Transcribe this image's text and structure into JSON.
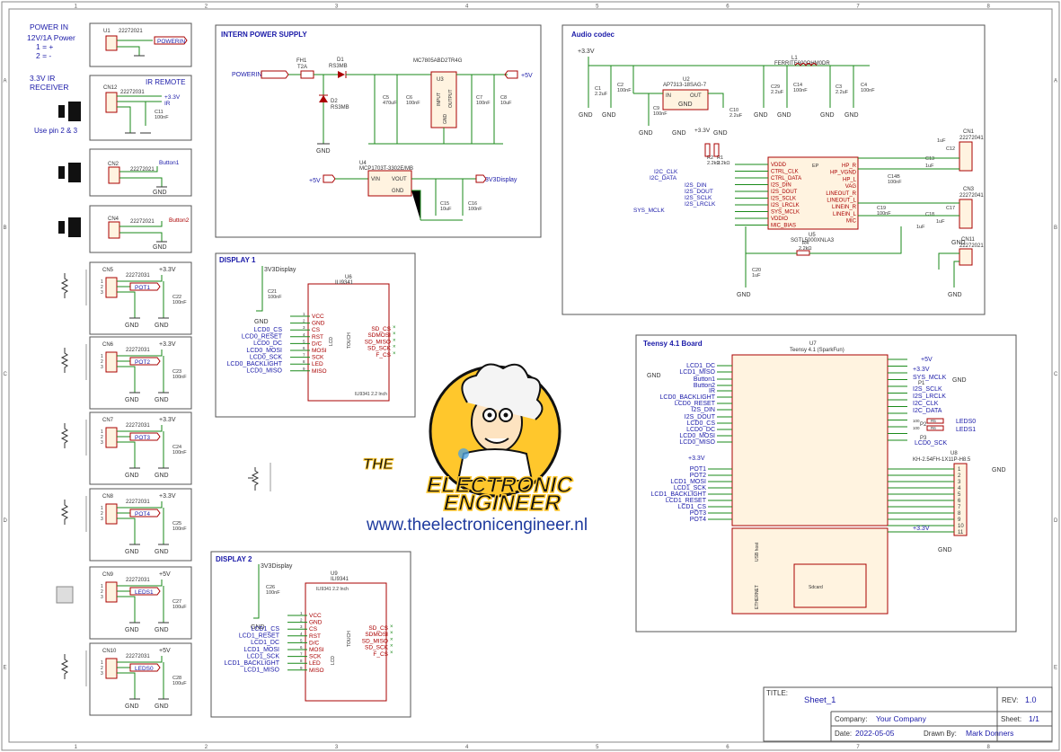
{
  "border": {
    "cols": [
      "1",
      "2",
      "3",
      "4",
      "5",
      "6",
      "7",
      "8"
    ],
    "rows": [
      "A",
      "B",
      "C",
      "D",
      "E"
    ]
  },
  "left_blocks": {
    "power_in": {
      "title1": "POWER IN",
      "title2": "12V/1A Power",
      "title3": "1 = +",
      "title4": "2 = -",
      "ref": "U1",
      "part": "22272021",
      "net": "POWERIN"
    },
    "ir": {
      "title1": "3.3V IR",
      "title2": "RECEIVER",
      "header": "IR REMOTE",
      "ref": "CN12",
      "part": "22272031",
      "net1": "+3.3V",
      "net2": "IR",
      "cap": "C11",
      "capv": "100nF",
      "note": "Use pin 2 & 3"
    },
    "button1": {
      "ref": "CN2",
      "part": "22272021",
      "net": "Button1",
      "gnd": "GND"
    },
    "button2": {
      "ref": "CN4",
      "part": "22272021",
      "net": "Button2",
      "gnd": "GND"
    },
    "pot1": {
      "ref": "CN5",
      "part": "22272031",
      "net": "POT1",
      "vcc": "+3.3V",
      "cap": "C22",
      "capv": "100nF",
      "gnd": "GND"
    },
    "pot2": {
      "ref": "CN6",
      "part": "22272031",
      "net": "POT2",
      "vcc": "+3.3V",
      "cap": "C23",
      "capv": "100nF",
      "gnd": "GND"
    },
    "pot3": {
      "ref": "CN7",
      "part": "22272031",
      "net": "POT3",
      "vcc": "+3.3V",
      "cap": "C24",
      "capv": "100nF",
      "gnd": "GND"
    },
    "pot4": {
      "ref": "CN8",
      "part": "22272031",
      "net": "POT4",
      "vcc": "+3.3V",
      "cap": "C25",
      "capv": "100nF",
      "gnd": "GND"
    },
    "leds1": {
      "ref": "CN9",
      "part": "22272031",
      "net": "LEDS1",
      "vcc": "+5V",
      "cap": "C27",
      "capv": "100uF",
      "gnd": "GND"
    },
    "leds0": {
      "ref": "CN10",
      "part": "22272031",
      "net": "LEDS0",
      "vcc": "+5V",
      "cap": "C28",
      "capv": "100uF",
      "gnd": "GND"
    }
  },
  "power_supply": {
    "title": "INTERN POWER SUPPLY",
    "powerin": "POWERIN",
    "fuse": "FH1",
    "fusev": "T2A",
    "d1": "D1",
    "d1v": "RS3MB",
    "d2": "D2",
    "d2v": "RS3MB",
    "reg": "MC7805ABD2TR4G",
    "u3": "U3",
    "c5": "C5",
    "c5v": "470uF",
    "c6": "C6",
    "c6v": "100nF",
    "c7": "C7",
    "c7v": "100nF",
    "c8": "C8",
    "c8v": "10uF",
    "input": "INPUT",
    "output": "OUTPUT",
    "gndpin": "GND",
    "p5v": "+5V",
    "gnd": "GND",
    "u4": "U4",
    "u4v": "MCP1703T-3302E/MB",
    "vin": "VIN",
    "vout": "VOUT",
    "c15": "C15",
    "c15v": "10uF",
    "c16": "C16",
    "c16v": "100nF",
    "disp": "3V3Display"
  },
  "audio": {
    "title": "Audio codec",
    "p33": "+3.3V",
    "l1": "L1",
    "l1v": "FERRITE600OHM0DR",
    "u2": "U2",
    "u2v": "AP7313-18SAG-7",
    "in": "IN",
    "out": "OUT",
    "gndp": "GND",
    "c1": "C1",
    "c1v": "2.2uF",
    "c2": "C2",
    "c2v": "100nF",
    "c9": "C9",
    "c9v": "100nF",
    "c10": "C10",
    "c10v": "2.2uF",
    "c29": "C29",
    "c29v": "2.2uF",
    "c14": "C14",
    "c14v": "100nF",
    "c3": "C3",
    "c3v": "2.2uF",
    "c4": "C4",
    "c4v": "100nF",
    "r2": "R2",
    "r2v": "2.2kΩ",
    "r1": "R1",
    "r1v": "2.2kΩ",
    "pins_left": [
      "VDDD",
      "CTRL_CLK",
      "CTRL_DATA",
      "I2S_DIN",
      "I2S_DOUT",
      "I2S_SCLK",
      "I2S_LRCLK",
      "SYS_MCLK",
      "VDDIO",
      "MIC_BIAS"
    ],
    "pins_right": [
      "HP_R",
      "HP_VGND",
      "HP_L",
      "VAG",
      "LINEOUT_R",
      "LINEOUT_L",
      "LINEIN_R",
      "LINEIN_L",
      "MIC"
    ],
    "nets_left": [
      "I2C_CLK",
      "I2C_DATA",
      "I2S_DIN",
      "I2S_DOUT",
      "I2S_SCLK",
      "I2S_LRCLK",
      "SYS_MCLK"
    ],
    "u5": "U5",
    "u5v": "SGTL5000XNLA3",
    "ep": "EP",
    "c20": "C20",
    "c20v": "1uF",
    "r4": "R4",
    "r4v": "2.2kΩ",
    "c14b": "C14B",
    "c14bv": "100nF",
    "c19": "C19",
    "c19v": "100nF",
    "c12": "C12",
    "c13": "C13",
    "c17": "C17",
    "c18": "C18",
    "cuf": "1uF",
    "cn1": "CN1",
    "cn1v": "22272041",
    "cn3": "CN3",
    "cn3v": "22272041",
    "cn11": "CN11",
    "cn11v": "22272021",
    "gnd": "GND"
  },
  "display1": {
    "title": "DISPLAY 1",
    "pwr": "3V3Display",
    "cap": "C21",
    "capv": "100nF",
    "gnd": "GND",
    "u": "U6",
    "uv": "ILI9341",
    "sub": "ILI9341 2.2 Inch",
    "nets": [
      "LCD0_CS",
      "LCD0_RESET",
      "LCD0_DC",
      "LCD0_MOSI",
      "LCD0_SCK",
      "LCD0_BACKLIGHT",
      "LCD0_MISO"
    ],
    "pins": [
      "VCC",
      "GND",
      "CS",
      "RST",
      "D/C",
      "MOSI",
      "SCK",
      "LED",
      "MISO"
    ],
    "touch": [
      "SD_CS",
      "SDMOSI",
      "SD_MISO",
      "SD_SCK",
      "F_CS"
    ],
    "lcd": "LCD",
    "touchlbl": "TOUCH"
  },
  "display2": {
    "title": "DISPLAY 2",
    "pwr": "3V3Display",
    "cap": "C26",
    "capv": "100nF",
    "gnd": "GND",
    "u": "U9",
    "uv": "ILI9341",
    "sub": "ILI9341 2.2 Inch",
    "nets": [
      "LCD1_CS",
      "LCD1_RESET",
      "LCD1_DC",
      "LCD1_MOSI",
      "LCD1_SCK",
      "LCD1_BACKLIGHT",
      "LCD1_MISO"
    ],
    "pins": [
      "VCC",
      "GND",
      "CS",
      "RST",
      "D/C",
      "MOSI",
      "SCK",
      "LED",
      "MISO"
    ],
    "touch": [
      "SD_CS",
      "SDMOSI",
      "SD_MISO",
      "SD_SCK",
      "F_CS"
    ],
    "lcd": "LCD",
    "touchlbl": "TOUCH"
  },
  "logo": {
    "line1": "THE",
    "line2": "ELECTRONIC",
    "line3": "ENGINEER",
    "url": "www.theelectronicengineer.nl"
  },
  "teensy": {
    "title": "Teensy 4.1 Board",
    "u": "U7",
    "uv": "Teensy 4.1 (SparkFun)",
    "left_nets": [
      "LCD1_DC",
      "LCD1_MISO",
      "Button1",
      "Button2",
      "IR",
      "LCD0_BACKLIGHT",
      "LCD0_RESET",
      "I2S_DIN",
      "I2S_DOUT",
      "LCD0_CS",
      "LCD0_DC",
      "LCD0_MOSI",
      "LCD0_MISO"
    ],
    "left_nets2": [
      "POT1",
      "POT2",
      "LCD1_MOSI",
      "LCD1_SCK",
      "LCD1_BACKLIGHT",
      "LCD1_RESET",
      "LCD1_CS",
      "POT3",
      "POT4"
    ],
    "right_nets": [
      "+5V",
      "+3.3V",
      "SYS_MCLK",
      "I2S_SCLK",
      "I2S_LRCLK",
      "I2C_CLK",
      "I2C_DATA",
      "LEDS0",
      "LEDS1",
      "LCD0_SCK"
    ],
    "p1": "P1",
    "p2": "P2",
    "p3": "P3",
    "r5": "R5",
    "r6": "R6",
    "rv": "100",
    "u8": "U8",
    "u8v": "KH-2.54FH-1X11P-H8.5",
    "p33": "+3.3V",
    "p33b": "+3.3V",
    "gnd": "GND",
    "usb_host": "USB host",
    "ethernet": "ETHERNET",
    "sdcard": "Sdcard",
    "pin_nums": [
      "1",
      "2",
      "3",
      "4",
      "5",
      "6",
      "7",
      "8",
      "9",
      "10",
      "11"
    ]
  },
  "title_block": {
    "title_label": "TITLE:",
    "title": "Sheet_1",
    "rev_label": "REV:",
    "rev": "1.0",
    "company_label": "Company:",
    "company": "Your Company",
    "sheet_label": "Sheet:",
    "sheet": "1/1",
    "date_label": "Date:",
    "date": "2022-05-05",
    "drawn_label": "Drawn By:",
    "drawn": "Mark Donners"
  }
}
